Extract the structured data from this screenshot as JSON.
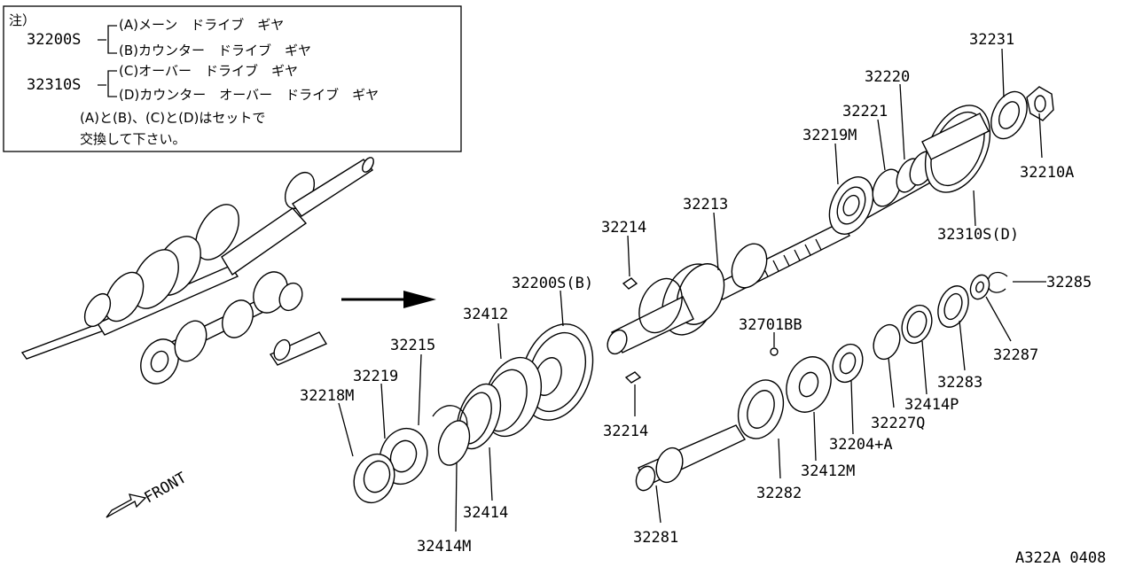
{
  "note_box": {
    "heading": "注）",
    "group1": {
      "code": "32200S",
      "line_a": "(A)メーン　ドライブ　ギヤ",
      "line_b": "(B)カウンター　ドライブ　ギヤ"
    },
    "group2": {
      "code": "32310S",
      "line_c": "(C)オーバー　ドライブ　ギヤ",
      "line_d": "(D)カウンター　オーバー　ドライブ　ギヤ"
    },
    "remark_line1": "(A)と(B)、(C)と(D)はセットで",
    "remark_line2": "交換して下さい。"
  },
  "part_labels": {
    "p32231": "32231",
    "p32220": "32220",
    "p32221": "32221",
    "p32219M": "32219M",
    "p32210A": "32210A",
    "p32213": "32213",
    "p32310S_D": "32310S(D)",
    "p32214_top": "32214",
    "p32200S_B": "32200S(B)",
    "p32285": "32285",
    "p32412": "32412",
    "p32701BB": "32701BB",
    "p32287": "32287",
    "p32215": "32215",
    "p32283": "32283",
    "p32219": "32219",
    "p32414P": "32414P",
    "p32218M": "32218M",
    "p32227Q": "32227Q",
    "p32214_bottom": "32214",
    "p32204A": "32204+A",
    "p32412M": "32412M",
    "p32414": "32414",
    "p32282": "32282",
    "p32414M": "32414M",
    "p32281": "32281"
  },
  "front_label": "FRONT",
  "diagram_code": "A322A 0408"
}
